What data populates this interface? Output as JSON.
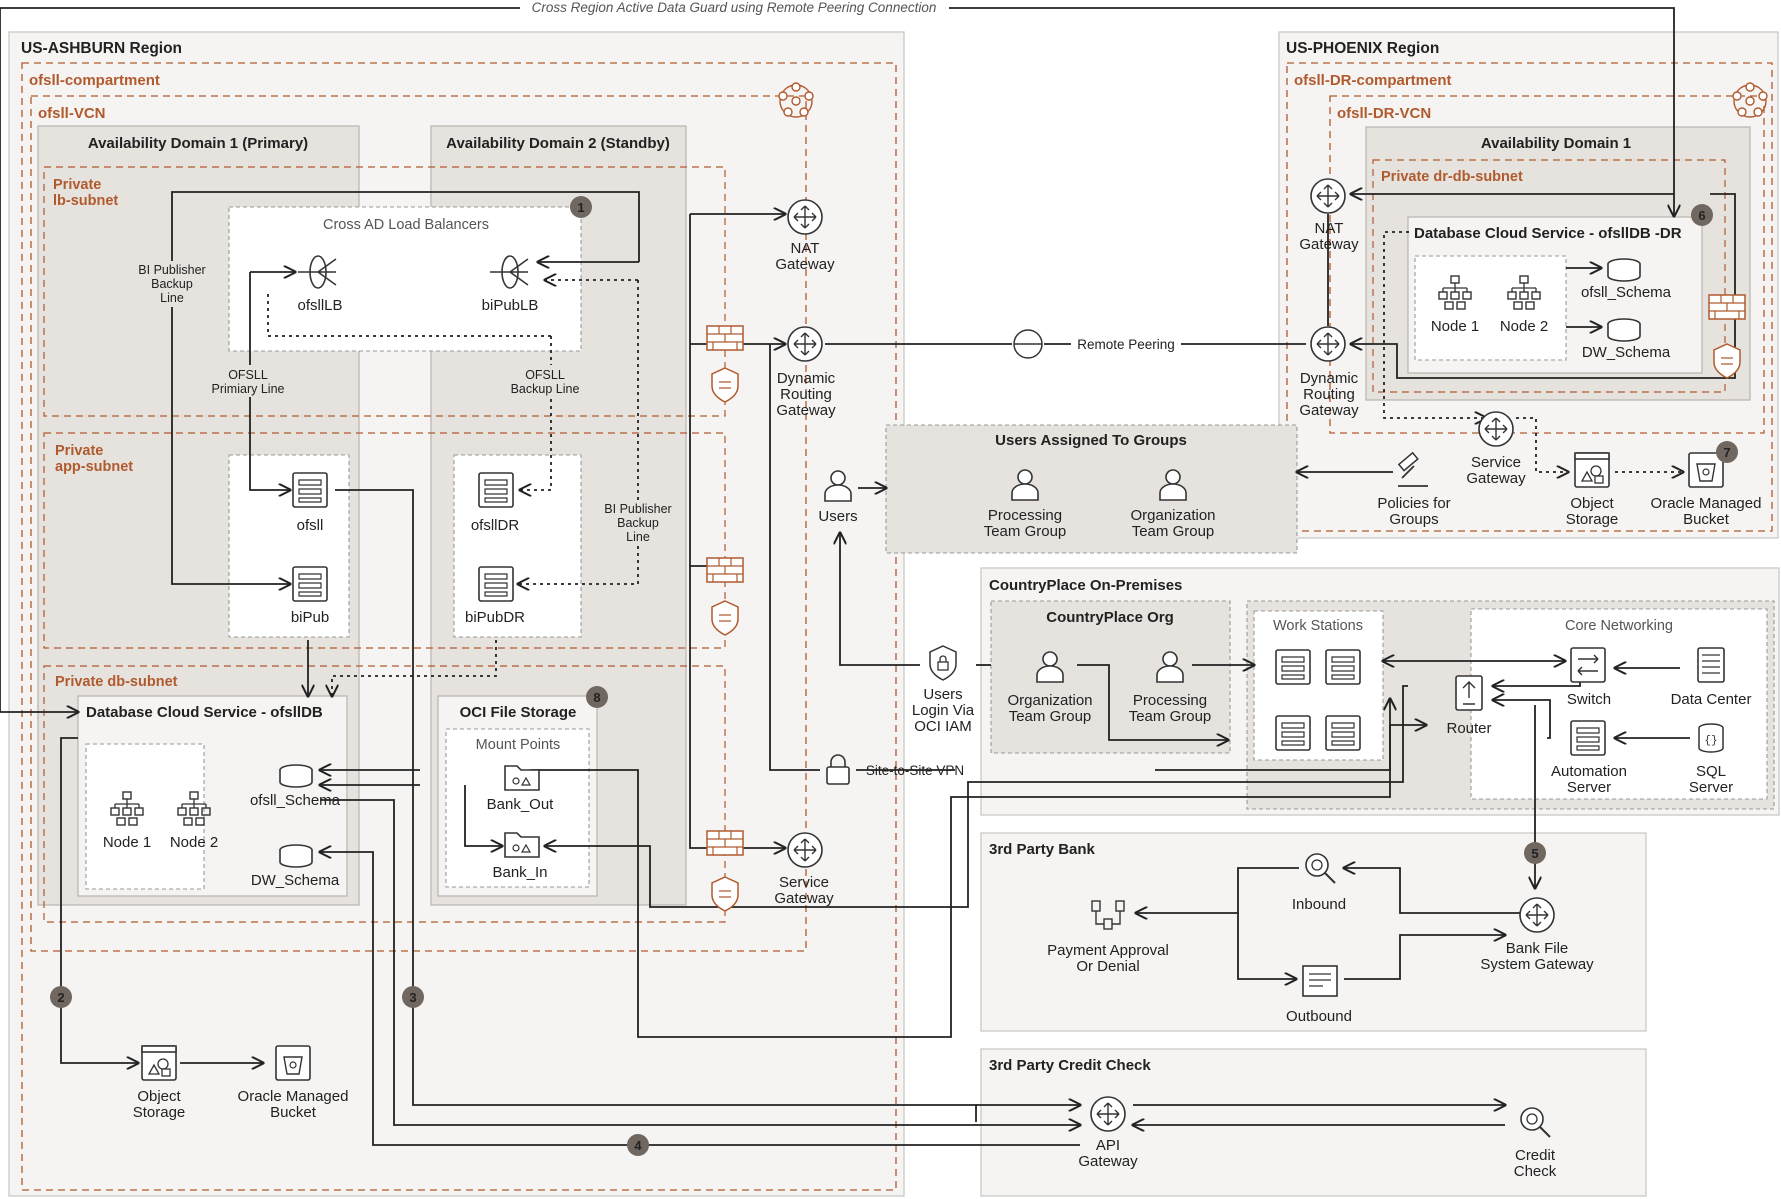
{
  "banner": "Cross Region Active Data Guard using Remote Peering Connection",
  "ashburn": {
    "region": "US-ASHBURN Region",
    "compartment": "ofsll-compartment",
    "vcn": "ofsll-VCN",
    "ad1": "Availability Domain 1 (Primary)",
    "ad2": "Availability Domain 2 (Standby)",
    "lb_subnet": [
      "Private",
      "lb-subnet"
    ],
    "app_subnet": [
      "Private",
      "app-subnet"
    ],
    "db_subnet": "Private db-subnet",
    "cross_ad_lb": "Cross AD Load Balancers",
    "lb1": "ofsllLB",
    "lb2": "biPubLB",
    "app1": "ofsll",
    "app2": "biPub",
    "app3": "ofsllDR",
    "app4": "biPubDR",
    "db_service": "Database Cloud Service - ofsllDB",
    "node1": "Node 1",
    "node2": "Node 2",
    "schema1": "ofsll_Schema",
    "schema2": "DW_Schema",
    "file_storage": "OCI File Storage",
    "mount_points": "Mount Points",
    "bank_out": "Bank_Out",
    "bank_in": "Bank_In",
    "bi_backup_left": [
      "BI Publisher",
      "Backup",
      "Line"
    ],
    "bi_backup_right": [
      "BI Publisher",
      "Backup",
      "Line"
    ],
    "ofsll_primary": [
      "OFSLL",
      "Primiary Line"
    ],
    "ofsll_backup": [
      "OFSLL",
      "Backup Line"
    ],
    "nat": [
      "NAT",
      "Gateway"
    ],
    "drg": [
      "Dynamic",
      "Routing",
      "Gateway"
    ],
    "sgw": [
      "Service",
      "Gateway"
    ],
    "object_storage": [
      "Object",
      "Storage"
    ],
    "managed_bucket": [
      "Oracle Managed",
      "Bucket"
    ]
  },
  "phoenix": {
    "region": "US-PHOENIX Region",
    "compartment": "ofsll-DR-compartment",
    "vcn": "ofsll-DR-VCN",
    "ad1": "Availability Domain 1",
    "db_subnet": "Private dr-db-subnet",
    "db_service": "Database Cloud Service - ofsllDB -DR",
    "node1": "Node 1",
    "node2": "Node 2",
    "schema1": "ofsll_Schema",
    "schema2": "DW_Schema",
    "nat": [
      "NAT",
      "Gateway"
    ],
    "drg": [
      "Dynamic",
      "Routing",
      "Gateway"
    ],
    "sgw": [
      "Service",
      "Gateway"
    ],
    "object_storage": [
      "Object",
      "Storage"
    ],
    "managed_bucket": [
      "Oracle Managed",
      "Bucket"
    ],
    "policies": [
      "Policies for",
      "Groups"
    ]
  },
  "remote_peering": "Remote Peering",
  "users_groups": {
    "title": "Users Assigned To Groups",
    "g1": [
      "Processing",
      "Team Group"
    ],
    "g2": [
      "Organization",
      "Team Group"
    ]
  },
  "users": "Users",
  "users_login": [
    "Users",
    "Login Via",
    "OCI IAM"
  ],
  "vpn": "Site-to-Site VPN",
  "onprem": {
    "title": "CountryPlace On-Premises",
    "org": "CountryPlace Org",
    "g1": [
      "Organization",
      "Team Group"
    ],
    "g2": [
      "Processing",
      "Team Group"
    ],
    "workstations": "Work Stations",
    "core": "Core Networking",
    "switch": "Switch",
    "router": "Router",
    "datacenter": "Data Center",
    "automation": [
      "Automation",
      "Server"
    ],
    "sql": [
      "SQL",
      "Server"
    ]
  },
  "bank": {
    "title": "3rd Party Bank",
    "inbound": "Inbound",
    "outbound": "Outbound",
    "payment": [
      "Payment Approval",
      "Or Denial"
    ],
    "gateway": [
      "Bank File",
      "System Gateway"
    ]
  },
  "credit": {
    "title": "3rd Party Credit Check",
    "api": [
      "API",
      "Gateway"
    ],
    "check": [
      "Credit",
      "Check"
    ]
  },
  "badges": [
    "1",
    "2",
    "3",
    "4",
    "5",
    "6",
    "7",
    "8"
  ],
  "colors": {
    "orange": "#b05a2e",
    "region_bg": "#f5f4f2",
    "ad_bg": "#e6e3df",
    "line": "#222222",
    "badge": "#6f6760"
  }
}
